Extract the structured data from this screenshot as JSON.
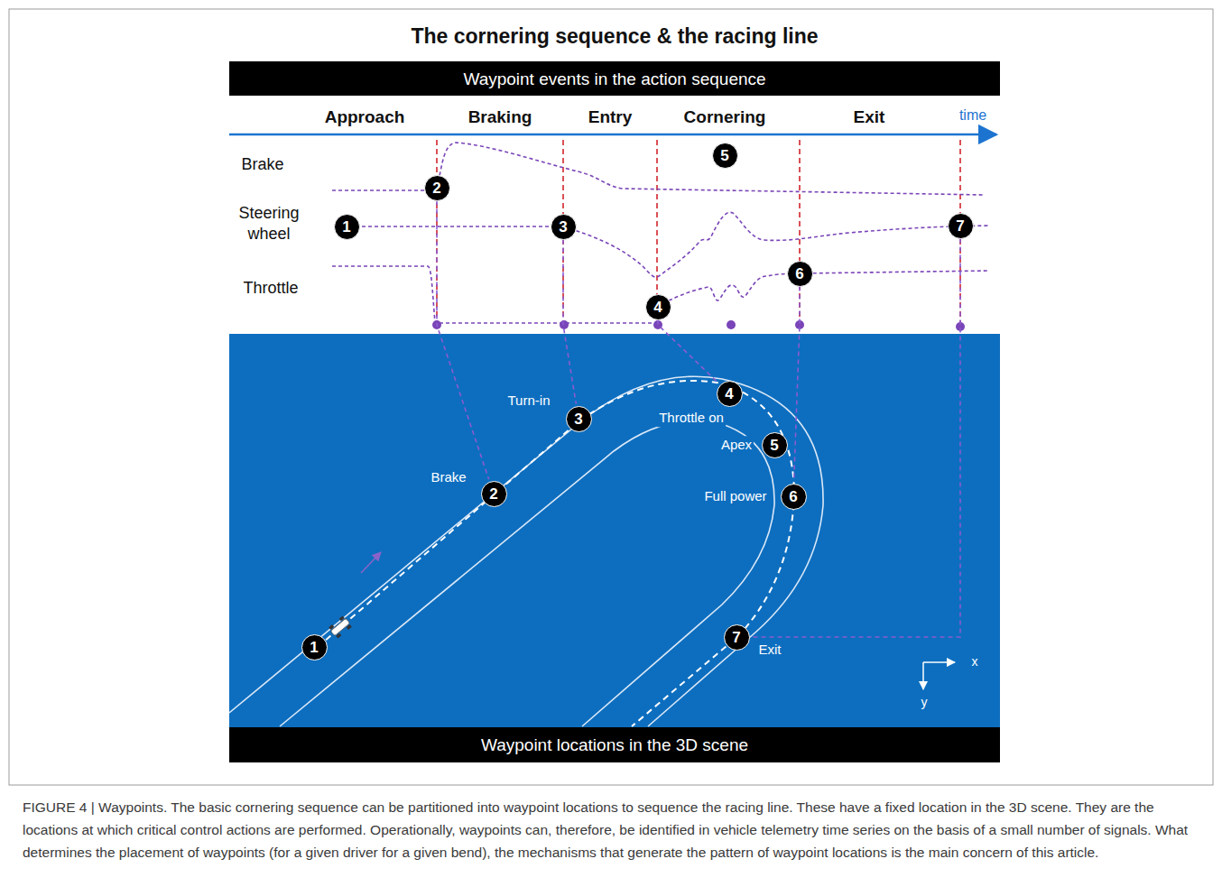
{
  "diagram": {
    "title": "The cornering sequence & the racing line",
    "caption": "FIGURE 4 | Waypoints. The basic cornering sequence can be partitioned into waypoint locations to sequence the racing line. These have a fixed location in the 3D scene. They are the locations at which critical control actions are performed. Operationally, waypoints can, therefore, be identified in vehicle telemetry time series on the basis of a small number of signals. What determines the placement of waypoints (for a given driver for a given bend), the mechanisms that generate the pattern of waypoint locations is the main concern of this article.",
    "nodes": [
      {
        "text": [
          "Waypoint events in the action sequence"
        ]
      },
      {
        "text": [
          "1"
        ]
      },
      {
        "text": [
          "2"
        ]
      },
      {
        "text": [
          "3"
        ]
      },
      {
        "text": [
          "4"
        ]
      },
      {
        "text": [
          "5"
        ]
      },
      {
        "text": [
          "6"
        ]
      },
      {
        "text": [
          "7"
        ]
      },
      {
        "text": [
          "1"
        ]
      },
      {
        "text": [
          "2"
        ]
      },
      {
        "text": [
          "3"
        ]
      },
      {
        "text": [
          "4"
        ]
      },
      {
        "text": [
          "5"
        ]
      },
      {
        "text": [
          "6"
        ]
      },
      {
        "text": [
          "7"
        ]
      },
      {
        "text": [
          "Waypoint locations in the 3D scene"
        ]
      }
    ],
    "edges": [
      {
        "from": 2,
        "to": 9,
        "arrow": "none"
      },
      {
        "from": 3,
        "to": 10,
        "arrow": "none"
      },
      {
        "from": 4,
        "to": 11,
        "arrow": "none"
      },
      {
        "from": 6,
        "to": 13,
        "arrow": "none"
      },
      {
        "from": 7,
        "to": 14,
        "arrow": "none"
      }
    ],
    "labels": [
      "Approach",
      "Braking",
      "Entry",
      "Cornering",
      "Exit",
      "time",
      "Brake",
      "Steering wheel",
      "Throttle",
      "Turn-in",
      "Brake",
      "Throttle on",
      "Apex",
      "Full power",
      "Exit",
      "x",
      "y"
    ]
  }
}
